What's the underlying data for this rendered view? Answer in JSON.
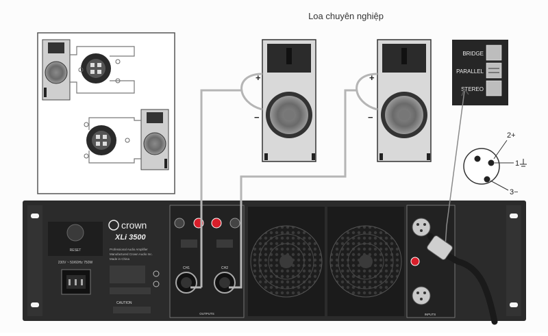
{
  "diagram": {
    "title": "Loa chuyên nghiệp",
    "mode_switch": {
      "options": [
        "BRIDGE",
        "PARALLEL",
        "STEREO"
      ]
    },
    "xlr_pins": {
      "pin2": "2+",
      "pin1": "1",
      "pin3": "3−"
    },
    "speaker_terminals": {
      "plus": "+",
      "minus": "−"
    },
    "amplifier": {
      "brand": "crown",
      "model": "XLi 3500",
      "reset_label": "RESET",
      "power_label": "230V ~ 50/60Hz 750W",
      "description": "Professional Audio Amplifier",
      "maker": "Manufactured Crown Audio Inc.",
      "origin": "Made in China",
      "caution": "CAUTION",
      "ch1": "CH1",
      "ch2": "CH2",
      "outputs_label": "OUTPUTS",
      "inputs_label": "INPUTS"
    }
  },
  "colors": {
    "panel": "#2a2a2a",
    "cable": "#b5b5b5",
    "speaker": "#d8d8d8",
    "binding_post": "#d81e2a"
  }
}
